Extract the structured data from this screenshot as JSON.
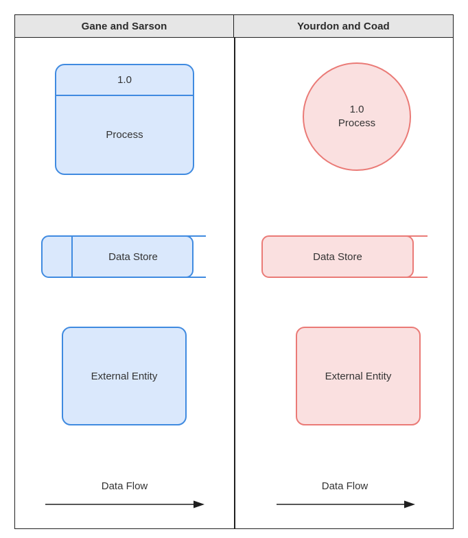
{
  "table": {
    "columns": [
      {
        "header": "Gane and Sarson"
      },
      {
        "header": "Yourdon and Coad"
      }
    ]
  },
  "colors": {
    "frame_border": "#1f1f1f",
    "header_fill": "#e6e6e6",
    "blue_stroke": "#3f8ae0",
    "blue_fill": "#dae8fc",
    "red_stroke": "#ea7a76",
    "red_fill": "#fae0e0",
    "arrow": "#1f1f1f",
    "text": "#333333"
  },
  "gane_sarson": {
    "process": {
      "number": "1.0",
      "label": "Process"
    },
    "data_store": {
      "label": "Data Store"
    },
    "external_entity": {
      "label": "External Entity"
    },
    "data_flow": {
      "label": "Data Flow"
    }
  },
  "yourdon_coad": {
    "process": {
      "number": "1.0",
      "label": "Process"
    },
    "data_store": {
      "label": "Data Store"
    },
    "external_entity": {
      "label": "External Entity"
    },
    "data_flow": {
      "label": "Data Flow"
    }
  }
}
